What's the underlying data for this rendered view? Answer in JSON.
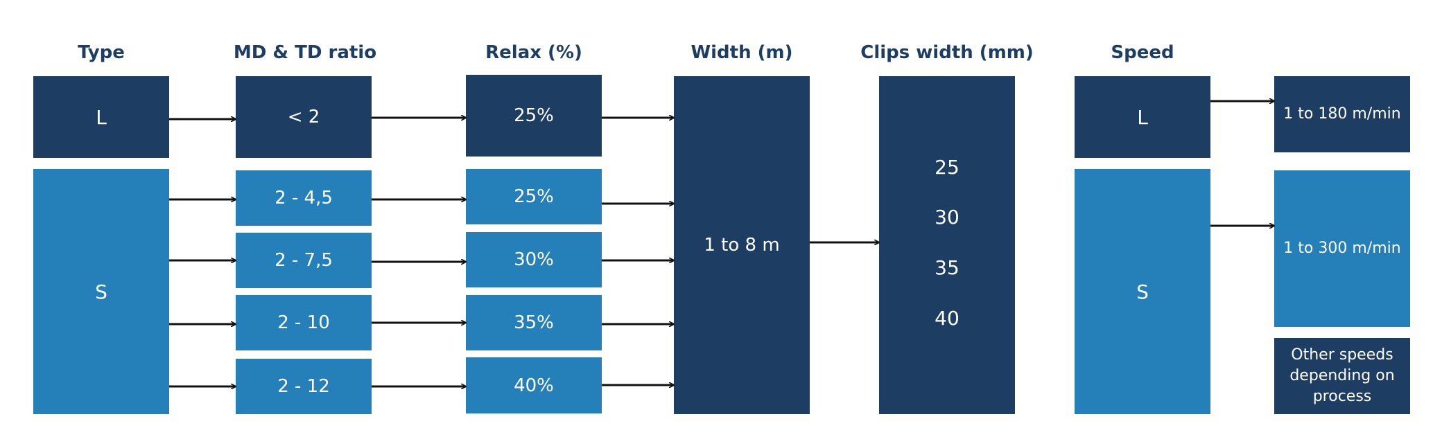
{
  "headers": {
    "type": "Type",
    "ratio": "MD & TD ratio",
    "relax": "Relax (%)",
    "width": "Width (m)",
    "clips": "Clips width (mm)",
    "speed": "Speed"
  },
  "type_boxes": {
    "l": "L",
    "s": "S"
  },
  "ratio_boxes": [
    "< 2",
    "2 - 4,5",
    "2 - 7,5",
    "2 - 10",
    "2 - 12"
  ],
  "relax_boxes": [
    "25%",
    "25%",
    "30%",
    "35%",
    "40%"
  ],
  "width_box": "1 to 8 m",
  "clips_values": [
    "25",
    "30",
    "35",
    "40"
  ],
  "speed_boxes": {
    "l": "L",
    "s": "S"
  },
  "speed_values": {
    "l": "1 to 180 m/min",
    "s": "1 to 300 m/min",
    "other": "Other speeds depending on process"
  },
  "colors": {
    "dark": "#1d3d63",
    "light": "#2580ba",
    "arrow": "#111111"
  }
}
